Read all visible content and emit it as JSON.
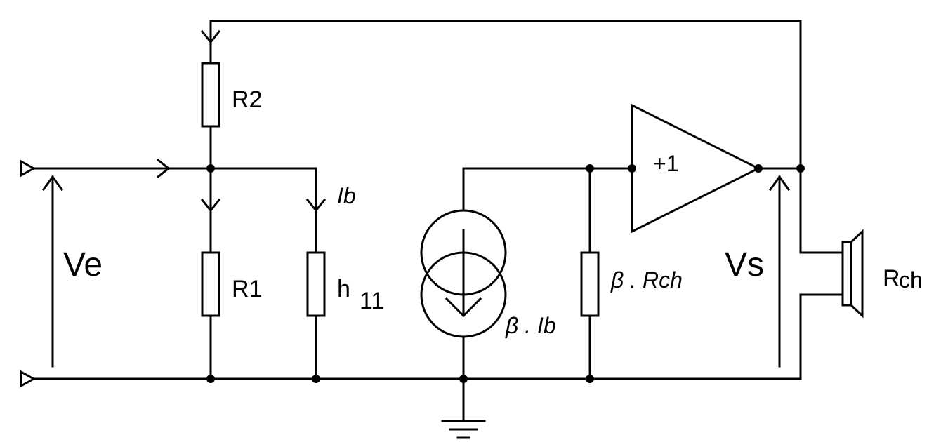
{
  "labels": {
    "r2": "R2",
    "r1": "R1",
    "h11_main": "h",
    "h11_sub": "11",
    "ib": "Ib",
    "ve": "Ve",
    "vs": "Vs",
    "gain": "+1",
    "current_source": "β . Ib",
    "beta_rch": "β . Rch",
    "rch_main": "R",
    "rch_sub": "ch"
  }
}
